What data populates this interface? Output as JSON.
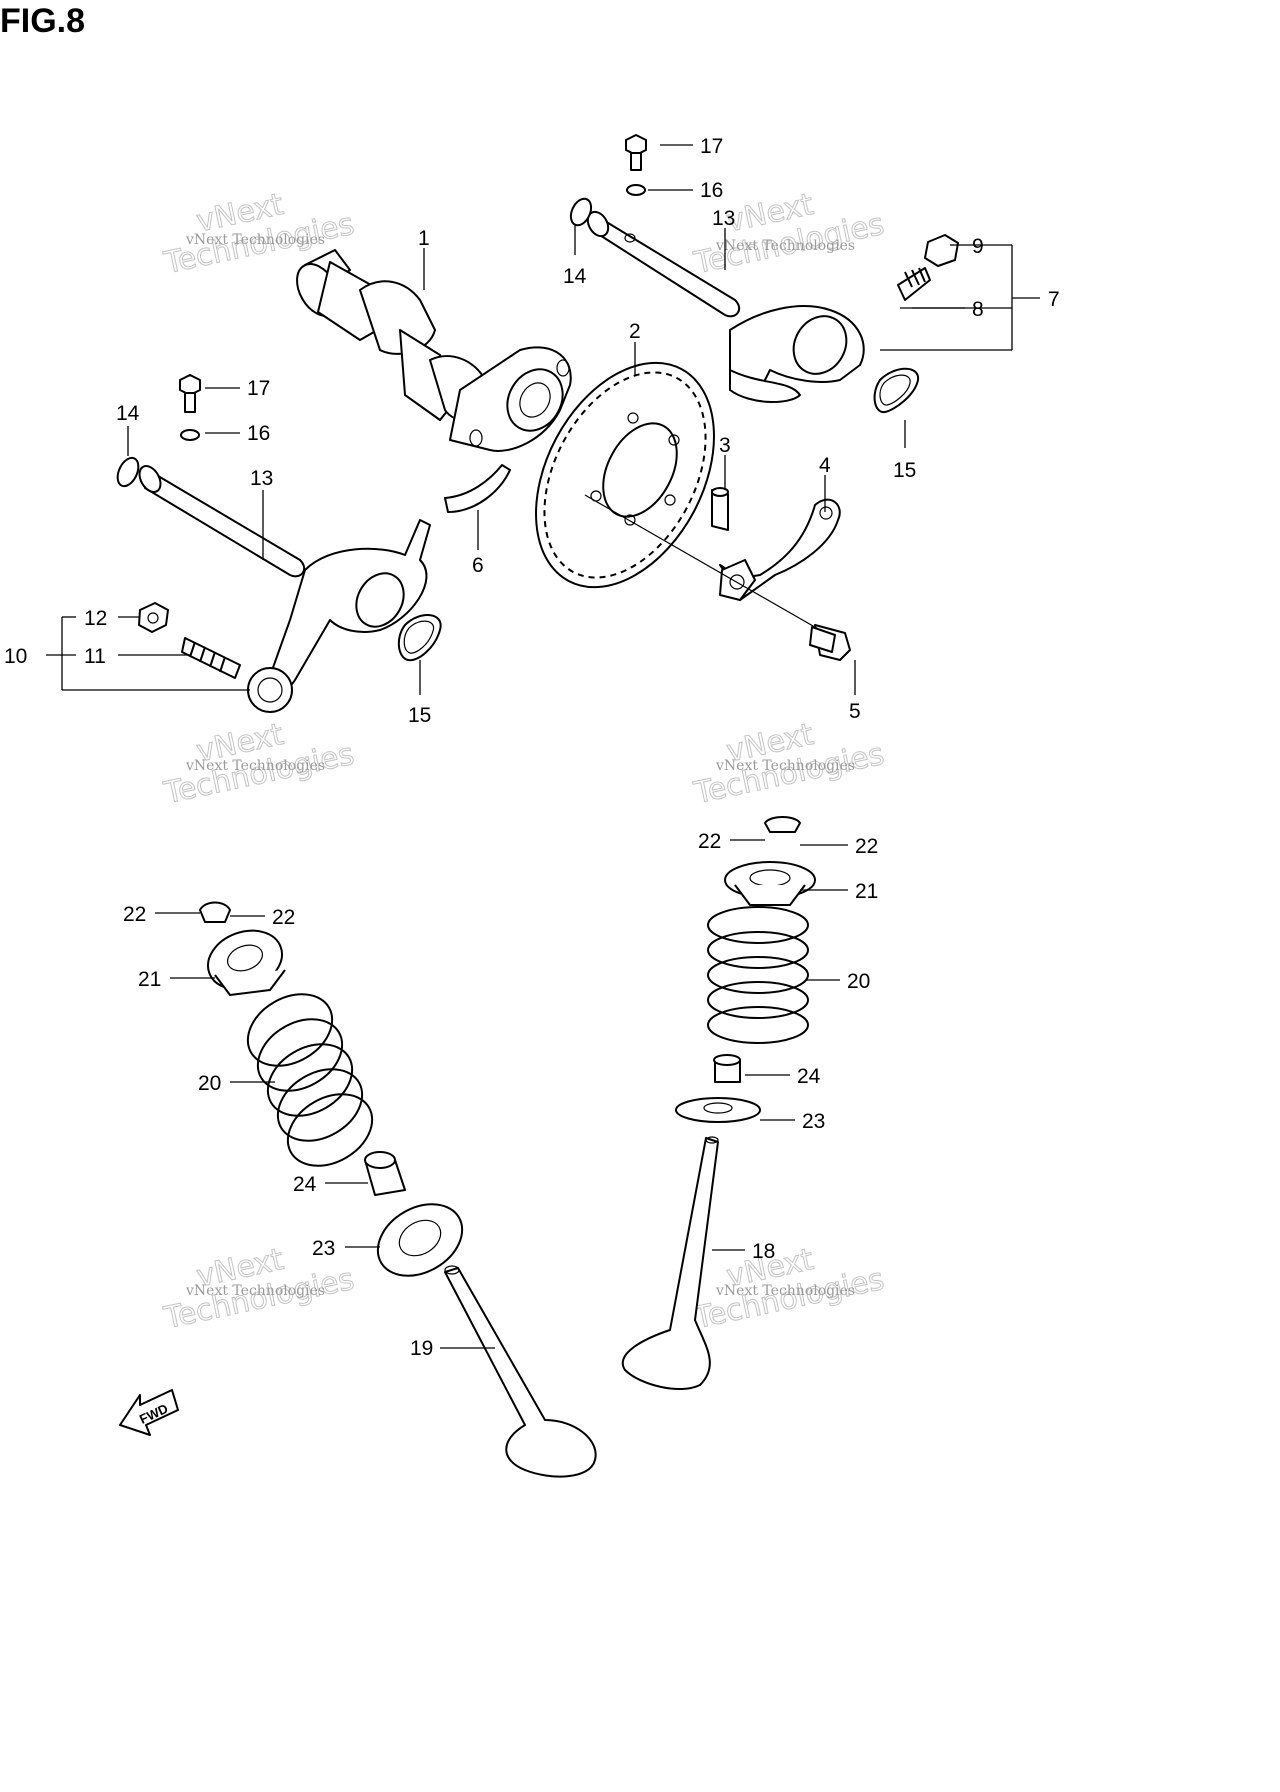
{
  "figure": {
    "title": "FIG.8"
  },
  "watermark": {
    "company_line": "vNext Technologies",
    "logo_line1": "vNext",
    "logo_line2": "Technologies"
  },
  "callouts": [
    {
      "n": "1"
    },
    {
      "n": "2"
    },
    {
      "n": "3"
    },
    {
      "n": "4"
    },
    {
      "n": "5"
    },
    {
      "n": "6"
    },
    {
      "n": "7"
    },
    {
      "n": "8"
    },
    {
      "n": "9"
    },
    {
      "n": "10"
    },
    {
      "n": "11"
    },
    {
      "n": "12"
    },
    {
      "n": "13"
    },
    {
      "n": "14"
    },
    {
      "n": "15"
    },
    {
      "n": "16"
    },
    {
      "n": "17"
    },
    {
      "n": "18"
    },
    {
      "n": "19"
    },
    {
      "n": "20"
    },
    {
      "n": "21"
    },
    {
      "n": "22"
    },
    {
      "n": "23"
    },
    {
      "n": "24"
    }
  ],
  "fwd_arrow": {
    "text": "FWD"
  }
}
